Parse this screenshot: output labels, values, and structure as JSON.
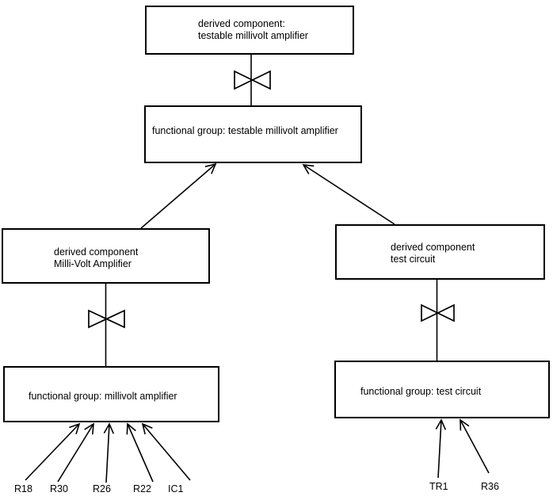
{
  "colors": {
    "stroke": "#000000",
    "background": "#ffffff"
  },
  "icons": {
    "junction_symbol": "bowtie-icon",
    "arrowhead_style": "open-v-arrow"
  },
  "nodes": {
    "derived_testable": {
      "line1": "derived component:",
      "line2": "testable millivolt amplifier"
    },
    "fg_testable": {
      "label": "functional group: testable millivolt amplifier"
    },
    "derived_millivolt": {
      "line1": "derived component",
      "line2": "Milli-Volt Amplifier"
    },
    "fg_millivolt": {
      "label": "functional group: millivolt amplifier"
    },
    "derived_testcircuit": {
      "line1": "derived component",
      "line2": "test circuit"
    },
    "fg_testcircuit": {
      "label": "functional group: test circuit"
    }
  },
  "components": {
    "left": [
      "R18",
      "R30",
      "R26",
      "R22",
      "IC1"
    ],
    "right": [
      "TR1",
      "R36"
    ]
  }
}
